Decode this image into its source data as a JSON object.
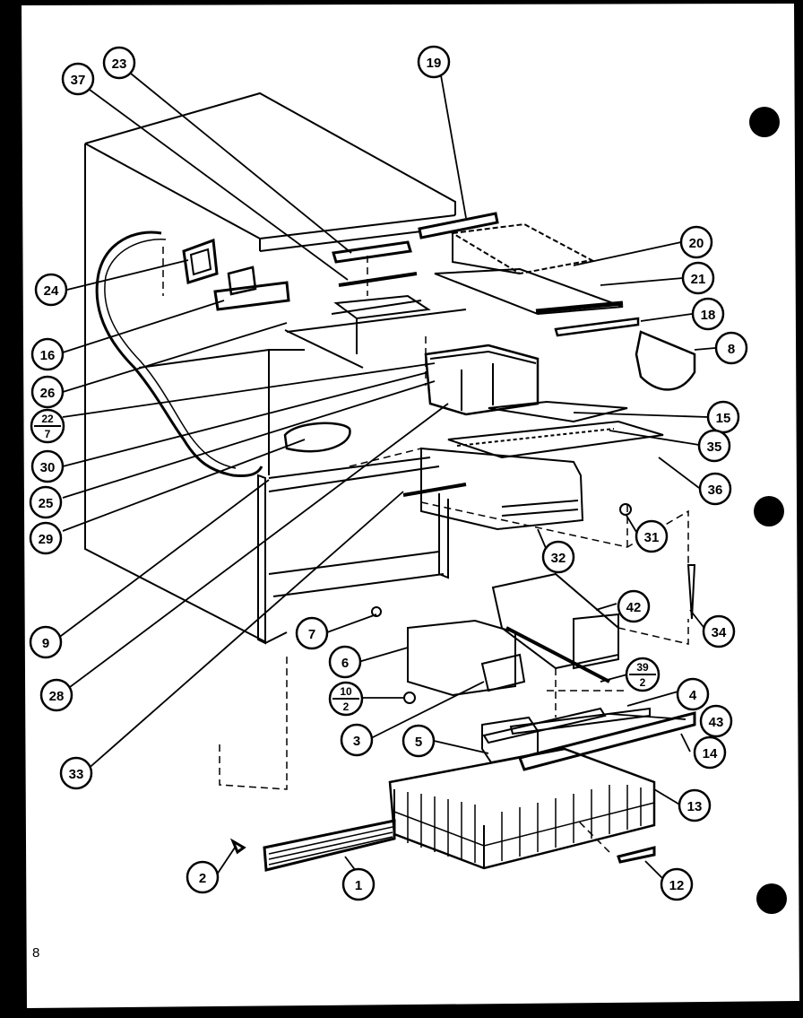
{
  "page_number": "8",
  "colors": {
    "paper": "#ffffff",
    "ink": "#000000",
    "background": "#000000"
  },
  "callouts": {
    "c23": "23",
    "c37": "37",
    "c19": "19",
    "c20": "20",
    "c21": "21",
    "c18": "18",
    "c8": "8",
    "c24": "24",
    "c16": "16",
    "c26": "26",
    "c22_7_top": "22",
    "c22_7_bottom": "7",
    "c30": "30",
    "c25": "25",
    "c29": "29",
    "c15": "15",
    "c35": "35",
    "c36": "36",
    "c31": "31",
    "c32": "32",
    "c42": "42",
    "c34": "34",
    "c9": "9",
    "c7": "7",
    "c6": "6",
    "c39_2_top": "39",
    "c39_2_bottom": "2",
    "c4": "4",
    "c43": "43",
    "c10_2_top": "10",
    "c10_2_bottom": "2",
    "c28": "28",
    "c3": "3",
    "c5": "5",
    "c14": "14",
    "c13": "13",
    "c33": "33",
    "c2": "2",
    "c1": "1",
    "c12": "12"
  }
}
